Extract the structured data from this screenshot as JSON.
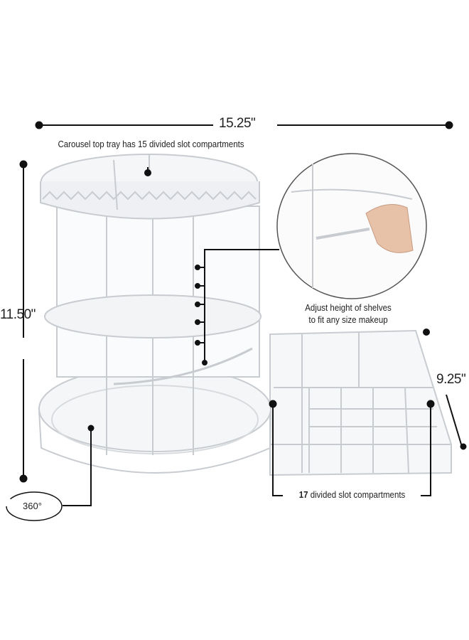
{
  "dimensions": {
    "width": "15.25\"",
    "height": "11.50\"",
    "depth": "9.25\""
  },
  "callouts": {
    "top_tray": "Carousel top tray has 15 divided slot compartments",
    "shelves_line1": "Adjust height of shelves",
    "shelves_line2": "to fit any size makeup",
    "slots_count": "17",
    "slots_text": "divided slot compartments",
    "rotation": "360°"
  },
  "colors": {
    "annotation": "#111111",
    "acrylic_edge": "#c8ccd0",
    "acrylic_fill": "#f4f6f8"
  }
}
